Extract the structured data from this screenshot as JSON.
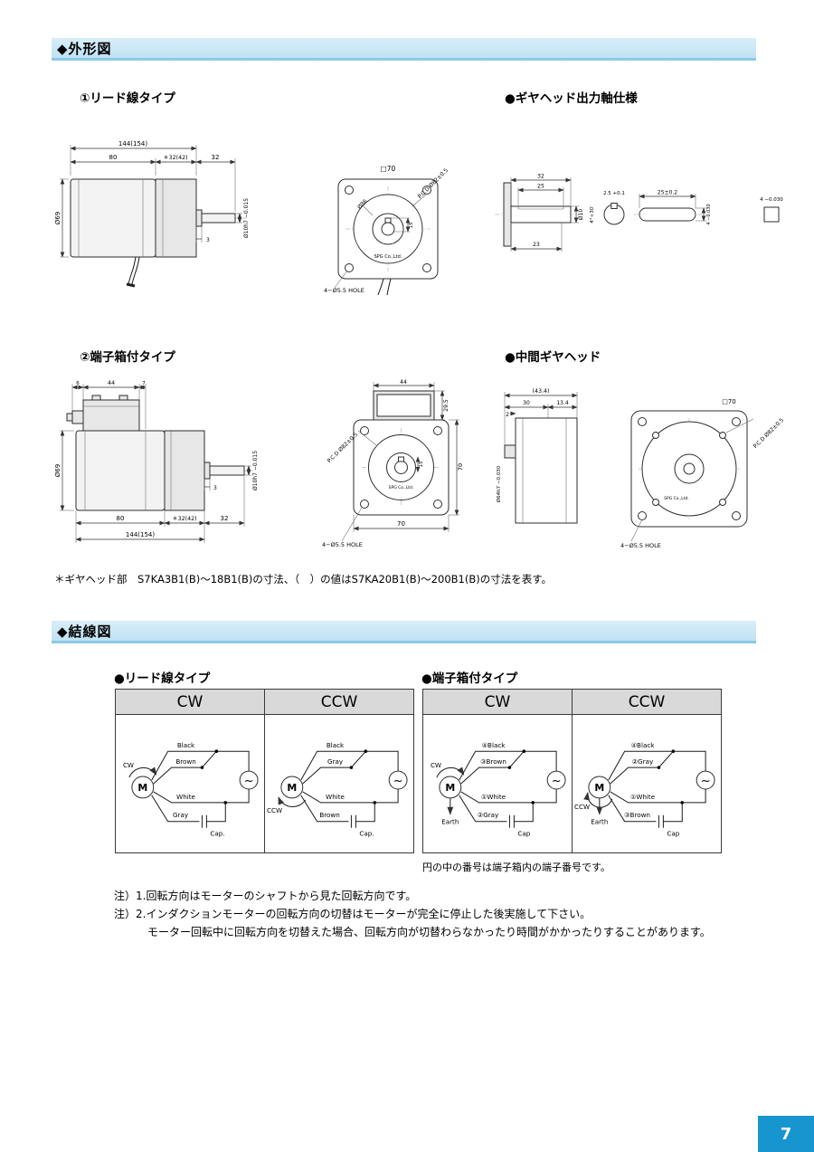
{
  "page": {
    "number": "7",
    "accent": "#1695cf",
    "banner_bg": "#bfe2f3"
  },
  "outline": {
    "title": "◆外形図",
    "lead_title": "①リード線タイプ",
    "shaft_title": "●ギヤヘッド出力軸仕様",
    "terminal_title": "②端子箱付タイプ",
    "midgear_title": "●中間ギヤヘッド",
    "footnote": "＊ギヤヘッド部　S7KA3B1(B)～18B1(B)の寸法、（　）の値はS7KA20B1(B)～200B1(B)の寸法を表す。",
    "lead_side": {
      "overall": "144(154)",
      "motor_len": "80",
      "gear_len": "＊32(42)",
      "shaft_len": "32",
      "body_dia": "Ø69",
      "shaft_dia": "Ø10h7 −0.015",
      "step": "3"
    },
    "lead_front": {
      "square": "□70",
      "boss": "Ø36",
      "pcd": "P.C.D Ø82±0.5",
      "key_h": "15",
      "holes": "4−Ø5.5 HOLE",
      "maker": "SPG Co.,Ltd."
    },
    "shaft_spec": {
      "len": "32",
      "key_len": "25",
      "flat_len": "23",
      "dia": "Ø10",
      "angle": "4°+30′",
      "depth": "2.5 +0.1",
      "key": "25±0.2",
      "key_w": "4 −0.030",
      "key_sq": "4 −0.030"
    },
    "terminal_side": {
      "gland": "6",
      "box_w": "44",
      "gap": "7",
      "body_dia": "Ø69",
      "shaft_dia": "Ø10h7 −0.015",
      "step": "3",
      "motor_len": "80",
      "gear_len": "＊32(42)",
      "shaft_len": "32",
      "overall": "144(154)"
    },
    "terminal_front": {
      "box_w": "44",
      "box_h": "29.5",
      "face_h": "70",
      "pcd": "P.C.D Ø82±0.5",
      "key_h": "15",
      "face_w": "70",
      "holes": "4−Ø5.5 HOLE",
      "maker": "SPG Co.,Ltd."
    },
    "midgear": {
      "overall": "(43.4)",
      "d30": "30",
      "d134": "13.4",
      "d2": "2",
      "spigot": "Ø64h7 −0.030",
      "square": "□70",
      "pcd": "P.C.D Ø82±0.5",
      "holes": "4−Ø5.5 HOLE",
      "maker": "SPG Co.,Ltd."
    }
  },
  "wiring": {
    "title": "◆結線図",
    "lead_title": "●リード線タイプ",
    "terminal_title": "●端子箱付タイプ",
    "caption": "円の中の番号は端子箱内の端子番号です。",
    "ac": "~",
    "lead": {
      "cw_header": "CW",
      "ccw_header": "CCW",
      "cw": {
        "dir": "CW",
        "motor": "M",
        "w1": "Black",
        "w2": "Brown",
        "w3": "White",
        "w4": "Gray",
        "cap": "Cap."
      },
      "ccw": {
        "dir": "CCW",
        "motor": "M",
        "w1": "Black",
        "w2": "Gray",
        "w3": "White",
        "w4": "Brown",
        "cap": "Cap."
      }
    },
    "terminal": {
      "cw_header": "CW",
      "ccw_header": "CCW",
      "cw": {
        "dir": "CW",
        "motor": "M",
        "w1": "④Black",
        "w2": "③Brown",
        "w3": "①White",
        "w4": "②Gray",
        "cap": "Cap",
        "earth": "Earth"
      },
      "ccw": {
        "dir": "CCW",
        "motor": "M",
        "w1": "④Black",
        "w2": "②Gray",
        "w3": "①White",
        "w4": "③Brown",
        "cap": "Cap",
        "earth": "Earth"
      }
    },
    "notes": [
      "注）1.回転方向はモーターのシャフトから見た回転方向です。",
      "注）2.インダクションモーターの回転方向の切替はモーターが完全に停止した後実施して下さい。",
      "モーター回転中に回転方向を切替えた場合、回転方向が切替わらなかったり時間がかかったりすることがあります。"
    ]
  }
}
